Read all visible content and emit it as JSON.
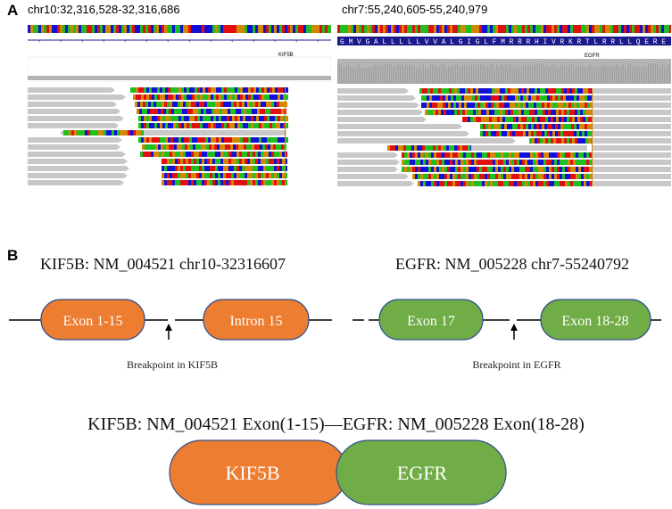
{
  "panel_a": {
    "label": "A",
    "left_locus": "chr10:32,316,528-32,316,686",
    "right_locus": "chr7:55,240,605-55,240,979",
    "left_gene": "KIF5B",
    "right_gene": "EGFR",
    "egfr_protein_sequence": "G M V G A L L L L L V V A L G I G L F M R R R H I V R K R T L R R L L Q E R E",
    "colors": {
      "read_gray": "#c8c8c8",
      "coverage_gray": "#b4b4b4",
      "base_A": "#1fbf1f",
      "base_C": "#1010d8",
      "base_G": "#d48800",
      "base_T": "#e01010",
      "feature_blue": "#1a1a8c"
    }
  },
  "panel_b": {
    "label": "B",
    "left_title": "KIF5B: NM_004521 chr10-32316607",
    "right_title": "EGFR: NM_005228 chr7-55240792",
    "kif5b_exon": "Exon 1-15",
    "kif5b_intron": "Intron 15",
    "egfr_exon_left": "Exon 17",
    "egfr_exon_right": "Exon 18-28",
    "breakpoint_left": "Breakpoint in KIF5B",
    "breakpoint_right": "Breakpoint in EGFR",
    "fusion_title": "KIF5B: NM_004521 Exon(1-15)—EGFR: NM_005228 Exon(18-28)",
    "fusion_left": "KIF5B",
    "fusion_right": "EGFR",
    "colors": {
      "orange": "#ed7d31",
      "green": "#70ad47",
      "outline": "#2f4f8f"
    }
  }
}
